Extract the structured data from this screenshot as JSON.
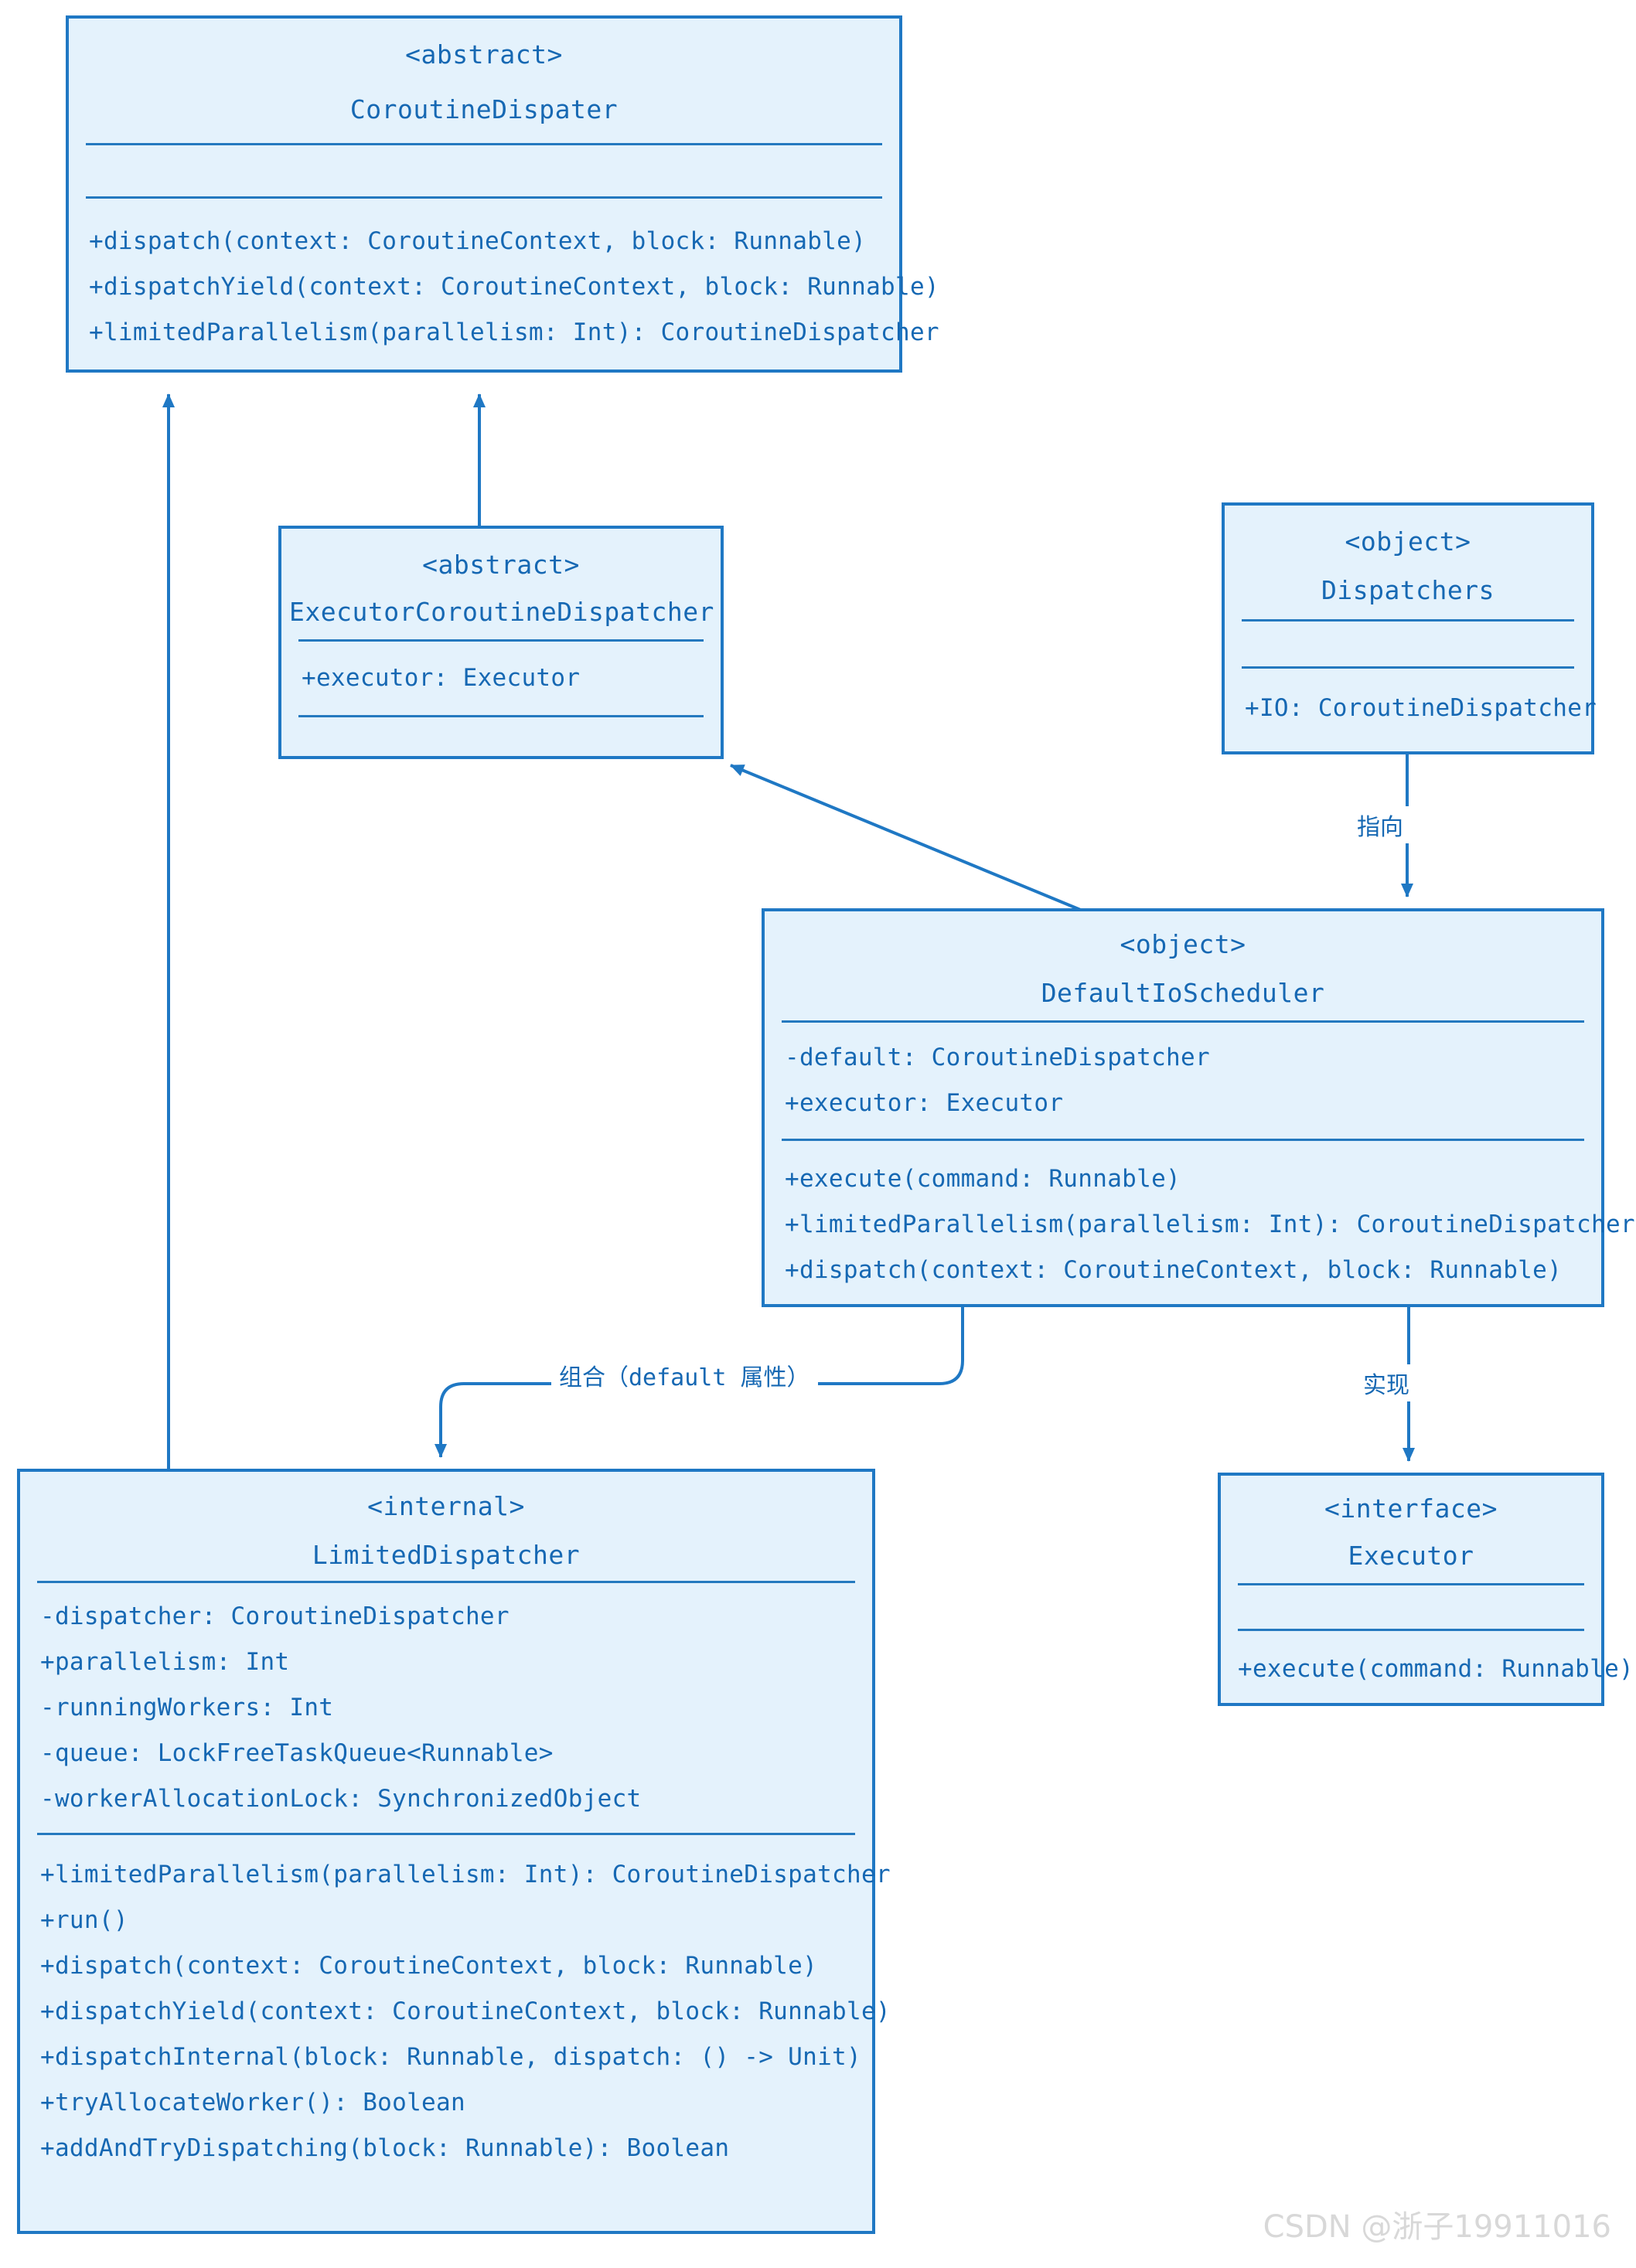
{
  "diagram": {
    "title": "Kotlin Coroutine Dispatcher UML class diagram",
    "colors": {
      "box_fill": "#e4f2fc",
      "box_border": "#1f78c4",
      "text": "#1668b3",
      "edge": "#1f78c4",
      "watermark": "#d8d8d8",
      "background": "#ffffff"
    }
  },
  "classes": {
    "coroutine_dispatcher": {
      "stereotype": "<abstract>",
      "name": "CoroutineDispater",
      "attributes": [],
      "methods": [
        "+dispatch(context: CoroutineContext, block: Runnable)",
        "+dispatchYield(context: CoroutineContext, block: Runnable)",
        "+limitedParallelism(parallelism: Int): CoroutineDispatcher"
      ]
    },
    "executor_coroutine_dispatcher": {
      "stereotype": "<abstract>",
      "name": "ExecutorCoroutineDispatcher",
      "attributes": [
        "+executor: Executor"
      ],
      "methods": []
    },
    "dispatchers": {
      "stereotype": "<object>",
      "name": "Dispatchers",
      "attributes": [],
      "methods": [
        "+IO: CoroutineDispatcher"
      ]
    },
    "default_io_scheduler": {
      "stereotype": "<object>",
      "name": "DefaultIoScheduler",
      "attributes": [
        "-default: CoroutineDispatcher",
        "+executor: Executor"
      ],
      "methods": [
        "+execute(command: Runnable)",
        "+limitedParallelism(parallelism: Int): CoroutineDispatcher",
        "+dispatch(context: CoroutineContext, block: Runnable)"
      ]
    },
    "limited_dispatcher": {
      "stereotype": "<internal>",
      "name": "LimitedDispatcher",
      "attributes": [
        "-dispatcher: CoroutineDispatcher",
        "+parallelism: Int",
        "-runningWorkers: Int",
        "-queue: LockFreeTaskQueue<Runnable>",
        "-workerAllocationLock: SynchronizedObject"
      ],
      "methods": [
        "+limitedParallelism(parallelism: Int): CoroutineDispatcher",
        "+run()",
        "+dispatch(context: CoroutineContext, block: Runnable)",
        "+dispatchYield(context: CoroutineContext, block: Runnable)",
        "+dispatchInternal(block: Runnable, dispatch: () -> Unit)",
        "+tryAllocateWorker(): Boolean",
        "+addAndTryDispatching(block: Runnable): Boolean"
      ]
    },
    "executor": {
      "stereotype": "<interface>",
      "name": "Executor",
      "attributes": [],
      "methods": [
        "+execute(command: Runnable)"
      ]
    }
  },
  "edges": {
    "points_to_label": "指向",
    "composition_label": "组合（default 属性）",
    "implements_label": "实现"
  },
  "watermark": {
    "text": "CSDN @浙子19911016"
  }
}
